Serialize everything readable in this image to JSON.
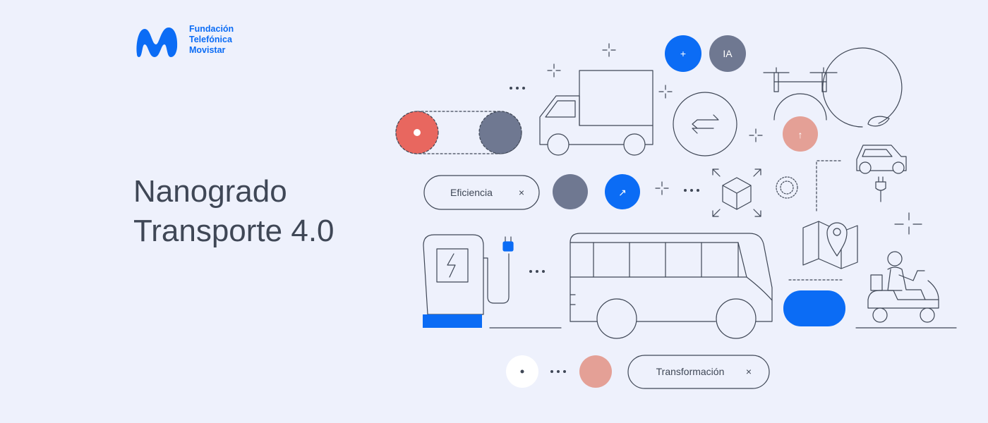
{
  "brand": {
    "lines": [
      "Fundación",
      "Telefónica",
      "Movistar"
    ]
  },
  "hero": {
    "title_line1": "Nanogrado",
    "title_line2": "Transporte 4.0"
  },
  "chips": {
    "top": "Eficiencia",
    "bottom": "Transformación",
    "close_glyph": "×"
  },
  "bubbles": {
    "plus": "+",
    "ia": "IA",
    "arrow_up": "↑",
    "arrow_diag": "↗"
  },
  "colors": {
    "blue": "#0b6cf5",
    "slate": "#6f7891",
    "coral": "#e8675f",
    "salmon": "#e4a096",
    "line": "#3f4756",
    "bg": "#eef1fc"
  }
}
